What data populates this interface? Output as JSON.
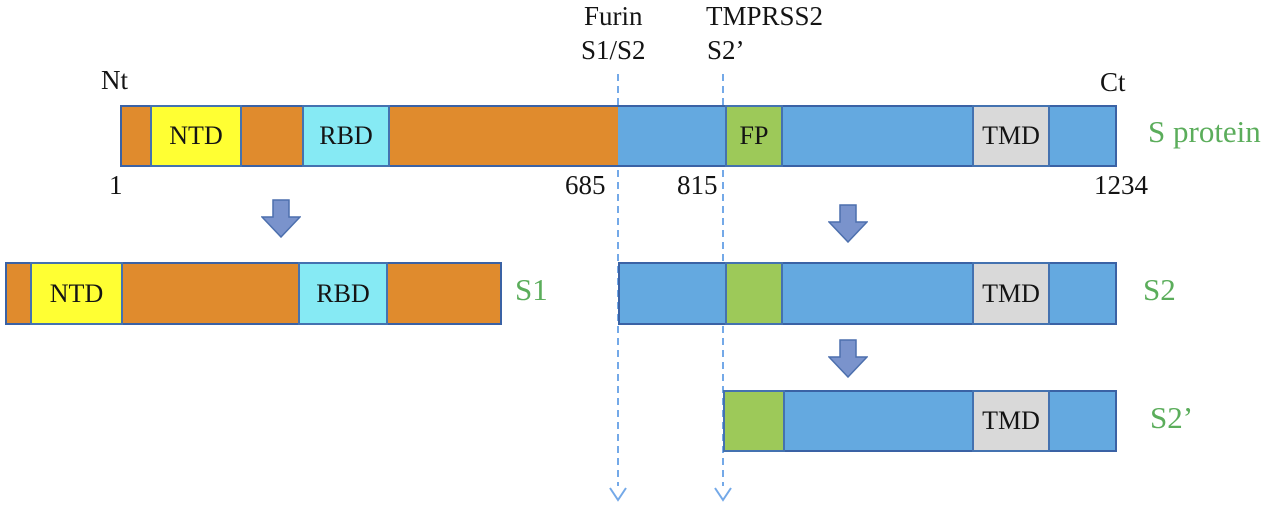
{
  "cleavage_sites": {
    "furin": {
      "enzyme": "Furin",
      "site": "S1/S2"
    },
    "tmprss2": {
      "enzyme": "TMPRSS2",
      "site": "S2’"
    }
  },
  "protein": {
    "name": "S protein",
    "n_terminus": "Nt",
    "c_terminus": "Ct",
    "residue_start": "1",
    "residue_furin": "685",
    "residue_tmprss2": "815",
    "residue_end": "1234"
  },
  "domains": {
    "ntd": "NTD",
    "rbd": "RBD",
    "fp": "FP",
    "tmd": "TMD"
  },
  "fragments": {
    "s1": "S1",
    "s2": "S2",
    "s2prime": "S2’"
  },
  "colors": {
    "s1_region_orange": "#E08B2D",
    "s2_region_blue": "#64A9E0",
    "ntd_yellow": "#FFFF33",
    "rbd_cyan": "#86EAF4",
    "fp_green": "#9DC959",
    "tmd_gray": "#D9D9D9",
    "bar_border_blue": "#3A62A5",
    "fragment_label_green": "#5BAD5B",
    "arrow_fill_blue": "#7A93CC",
    "dashed_line_blue": "#74A9E8"
  }
}
